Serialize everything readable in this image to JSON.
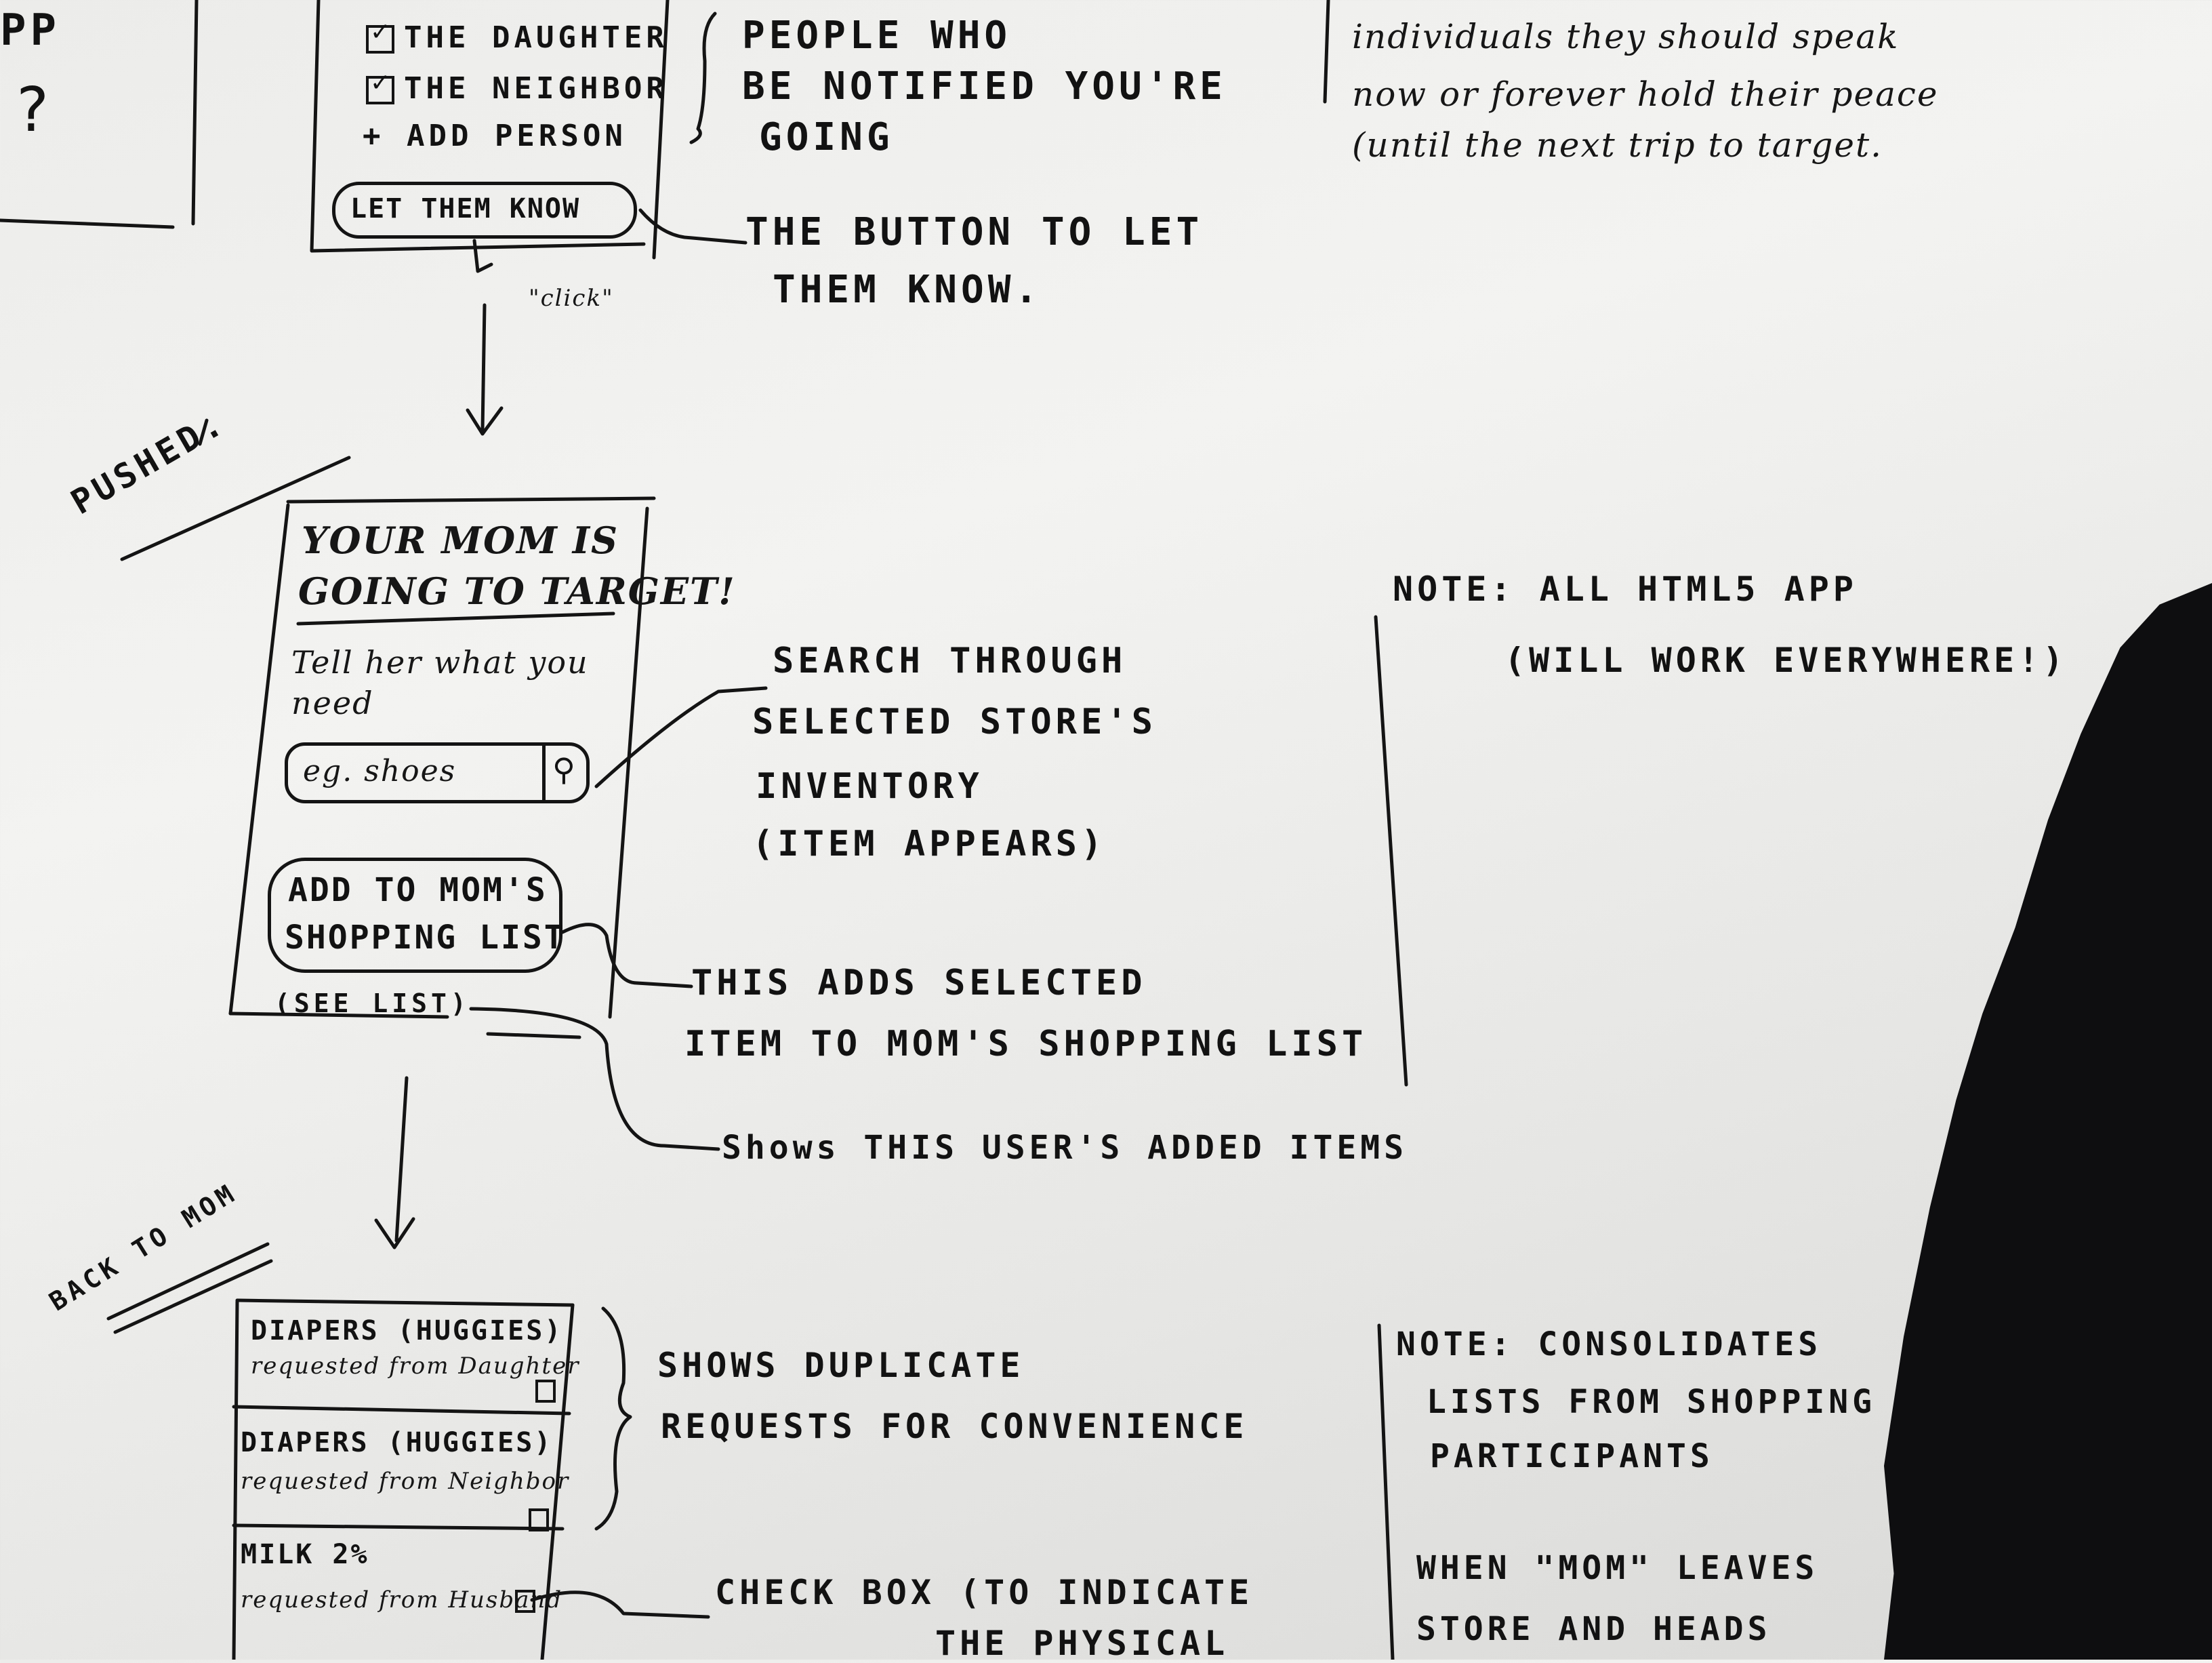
{
  "top_left": {
    "partial_app": "PP",
    "question": "?"
  },
  "notify_screen": {
    "option_daughter": "THE DAUGHTER",
    "option_neighbor": "THE NEIGHBOR",
    "add_person": "+ ADD PERSON",
    "button_label": "LET THEM KNOW",
    "click_label": "\"click\""
  },
  "annotations": {
    "people_notified": [
      "PEOPLE WHO",
      "BE NOTIFIED YOU'RE",
      "GOING"
    ],
    "button_note": [
      "THE BUTTON TO LET",
      "THEM KNOW."
    ],
    "top_right_note": [
      "individuals they should speak",
      "now or forever hold their peace",
      "(until the next trip to target."
    ],
    "pushed": "PUSHED.",
    "search_note": [
      "SEARCH THROUGH",
      "SELECTED STORE'S",
      "INVENTORY",
      "(ITEM APPEARS)"
    ],
    "adds_note": [
      "THIS ADDS SELECTED",
      "ITEM TO MOM'S SHOPPING LIST"
    ],
    "shows_note": "Shows THIS USER'S ADDED ITEMS",
    "html5_note": [
      "NOTE: ALL HTML5 APP",
      "(WILL WORK EVERYWHERE!)"
    ],
    "back_to_mom": "BACK TO MOM",
    "duplicate_note": [
      "SHOWS DUPLICATE",
      "REQUESTS FOR CONVENIENCE"
    ],
    "checkbox_note": [
      "CHECK BOX (TO INDICATE",
      "THE PHYSICAL"
    ],
    "consolidates_note": [
      "NOTE: CONSOLIDATES",
      "LISTS FROM SHOPPING",
      "PARTICIPANTS"
    ],
    "when_mom_note": [
      "WHEN \"MOM\" LEAVES",
      "STORE AND HEADS"
    ]
  },
  "request_screen": {
    "heading": [
      "YOUR MOM IS",
      "GOING TO TARGET!"
    ],
    "prompt": [
      "Tell her what you",
      "need"
    ],
    "search_placeholder": "eg. shoes",
    "add_button": [
      "ADD TO MOM'S",
      "SHOPPING LIST"
    ],
    "see_list": "(SEE LIST)"
  },
  "mom_list_screen": {
    "items": [
      {
        "name": "DIAPERS (HUGGIES)",
        "requester": "requested from Daughter"
      },
      {
        "name": "DIAPERS (HUGGIES)",
        "requester": "requested from Neighbor"
      },
      {
        "name": "MILK 2%",
        "requester": "requested from Husband"
      }
    ]
  }
}
